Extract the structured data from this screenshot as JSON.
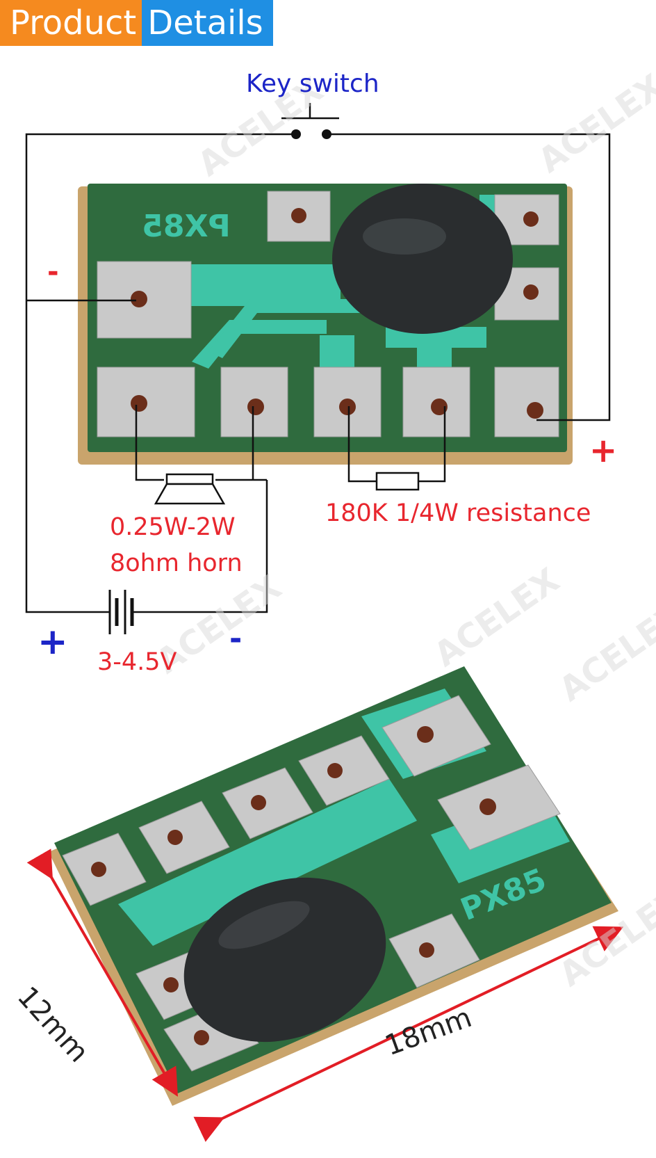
{
  "banner": {
    "word1": "Product",
    "word2": "Details"
  },
  "diagram": {
    "key_switch": "Key switch",
    "minus_top": "-",
    "plus_right": "+",
    "horn_line1": "0.25W-2W",
    "horn_line2": "8ohm horn",
    "resistor": "180K 1/4W resistance",
    "plus_bottom": "+",
    "minus_bottom": "-",
    "voltage": "3-4.5V",
    "board_label_top": "PX85",
    "board_label_bottom": "PX85",
    "watermark": "ACELEX"
  },
  "dimensions": {
    "width": "18mm",
    "height": "12mm"
  },
  "colors": {
    "banner_orange": "#f58a1f",
    "banner_blue": "#1f8fe3",
    "label_red": "#e8262e",
    "label_blue": "#1c25c7",
    "pcb_green": "#2f6b3e",
    "pcb_teal": "#3fc4a6",
    "pad_silver": "#c9c9c9",
    "chip_black": "#2a2d2f",
    "board_edge": "#c9a46c",
    "arrow_red": "#e21d25"
  }
}
